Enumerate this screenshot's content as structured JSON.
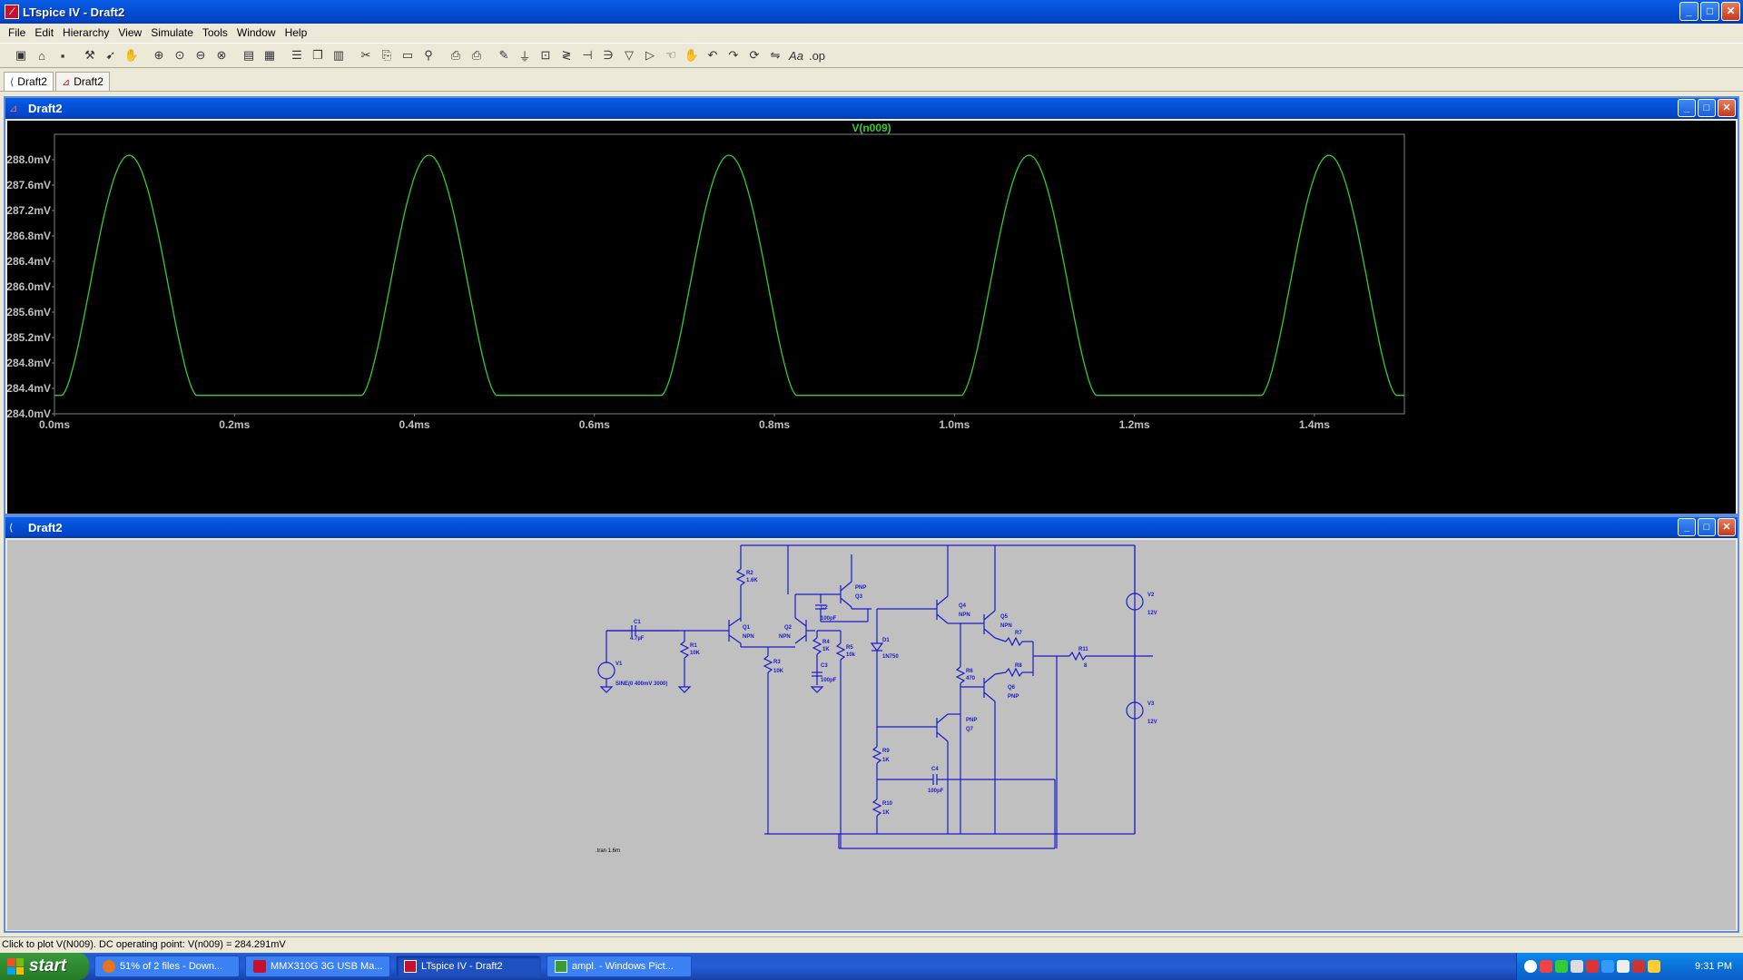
{
  "window": {
    "title": "LTspice IV - Draft2",
    "minimize": "_",
    "maximize": "□",
    "close": "✕"
  },
  "menu": [
    "File",
    "Edit",
    "Hierarchy",
    "View",
    "Simulate",
    "Tools",
    "Window",
    "Help"
  ],
  "tabs": [
    {
      "label": "Draft2",
      "icon": "schematic-icon"
    },
    {
      "label": "Draft2",
      "icon": "waveform-icon"
    }
  ],
  "plot_window": {
    "title": "Draft2"
  },
  "schematic_window": {
    "title": "Draft2"
  },
  "chart_data": {
    "type": "line",
    "title": "V(n009)",
    "xlabel": "",
    "ylabel": "",
    "xlim": [
      0,
      1.5
    ],
    "ylim": [
      284.0,
      288.4
    ],
    "xticks": [
      "0.0ms",
      "0.2ms",
      "0.4ms",
      "0.6ms",
      "0.8ms",
      "1.0ms",
      "1.2ms",
      "1.4ms"
    ],
    "yticks": [
      "284.0mV",
      "284.4mV",
      "284.8mV",
      "285.2mV",
      "285.6mV",
      "286.0mV",
      "286.4mV",
      "286.8mV",
      "287.2mV",
      "287.6mV",
      "288.0mV"
    ],
    "colors": {
      "background": "#000000",
      "trace": "#33cc33",
      "axis": "#808080",
      "labels": "#c0c0c0"
    },
    "period_ms": 0.3333,
    "peak_mV": 288.07,
    "base_mV": 284.29,
    "first_peak_ms": 0.083,
    "series": [
      {
        "name": "V(n009)",
        "x": [
          0.0,
          0.01,
          0.02,
          0.03,
          0.04,
          0.05,
          0.06,
          0.083,
          0.1,
          0.11,
          0.12,
          0.13,
          0.14,
          0.15,
          0.16,
          0.17,
          0.35,
          0.36,
          0.37,
          0.38,
          0.39,
          0.4,
          0.416,
          0.44,
          0.45,
          0.46,
          0.47,
          0.48,
          0.49,
          0.5,
          0.68,
          0.69,
          0.7,
          0.71,
          0.72,
          0.73,
          0.75,
          0.77,
          0.78,
          0.79,
          0.8,
          0.81,
          0.82,
          0.83,
          1.01,
          1.02,
          1.03,
          1.04,
          1.05,
          1.06,
          1.083,
          1.1,
          1.11,
          1.12,
          1.13,
          1.14,
          1.15,
          1.16,
          1.34,
          1.35,
          1.36,
          1.37,
          1.38,
          1.39,
          1.416,
          1.44,
          1.45,
          1.46,
          1.47,
          1.48,
          1.49,
          1.5
        ],
        "y": [
          284.29,
          284.35,
          284.9,
          285.9,
          286.9,
          287.6,
          287.95,
          288.07,
          287.9,
          287.5,
          286.7,
          285.7,
          284.9,
          284.45,
          284.31,
          284.29,
          284.29,
          284.35,
          284.9,
          285.9,
          286.9,
          287.6,
          288.07,
          287.85,
          287.3,
          286.4,
          285.4,
          284.7,
          284.36,
          284.29,
          284.29,
          284.35,
          284.9,
          285.9,
          286.9,
          287.6,
          288.07,
          287.8,
          287.2,
          286.3,
          285.3,
          284.7,
          284.36,
          284.29,
          284.29,
          284.35,
          284.9,
          285.9,
          286.9,
          287.6,
          288.07,
          287.9,
          287.5,
          286.7,
          285.7,
          284.9,
          284.45,
          284.29,
          284.29,
          284.35,
          284.9,
          285.9,
          286.9,
          287.6,
          288.07,
          287.85,
          287.3,
          286.4,
          285.4,
          284.7,
          284.36,
          284.29
        ]
      }
    ]
  },
  "schematic": {
    "labels": [
      "R2",
      "1.6K",
      "PNP",
      "Q3",
      "C2",
      "100pF",
      "C1",
      "4.7µF",
      "Q1",
      "NPN",
      "Q2",
      "NPN",
      "R1",
      "10K",
      "R4",
      "1K",
      "R5",
      "10k",
      "C3",
      "100pF",
      "R3",
      "10K",
      "V1",
      "SINE(0 400mV 3000)",
      "D1",
      "1N750",
      "Q4",
      "NPN",
      "Q5",
      "NPN",
      "R6",
      "470",
      "R7",
      "R8",
      "Q6",
      "PNP",
      "R11",
      "8",
      "V2",
      "12V",
      "V3",
      "12V",
      "PNP",
      "Q7",
      "R9",
      "1K",
      "C4",
      "100pF",
      "R10",
      "1K"
    ],
    "directive": ".tran 1.6m"
  },
  "status": "Click to plot V(N009).  DC operating point: V(n009) = 284.291mV",
  "taskbar": {
    "start": "start",
    "tasks": [
      {
        "label": "51% of 2 files - Down...",
        "color": "#e8741c"
      },
      {
        "label": "MMX310G 3G USB Ma...",
        "color": "#c8102e"
      },
      {
        "label": "LTspice IV - Draft2",
        "color": "#c8102e",
        "active": true
      },
      {
        "label": "ampl. - Windows Pict...",
        "color": "#3a9a3a"
      }
    ],
    "clock": "9:31 PM"
  }
}
